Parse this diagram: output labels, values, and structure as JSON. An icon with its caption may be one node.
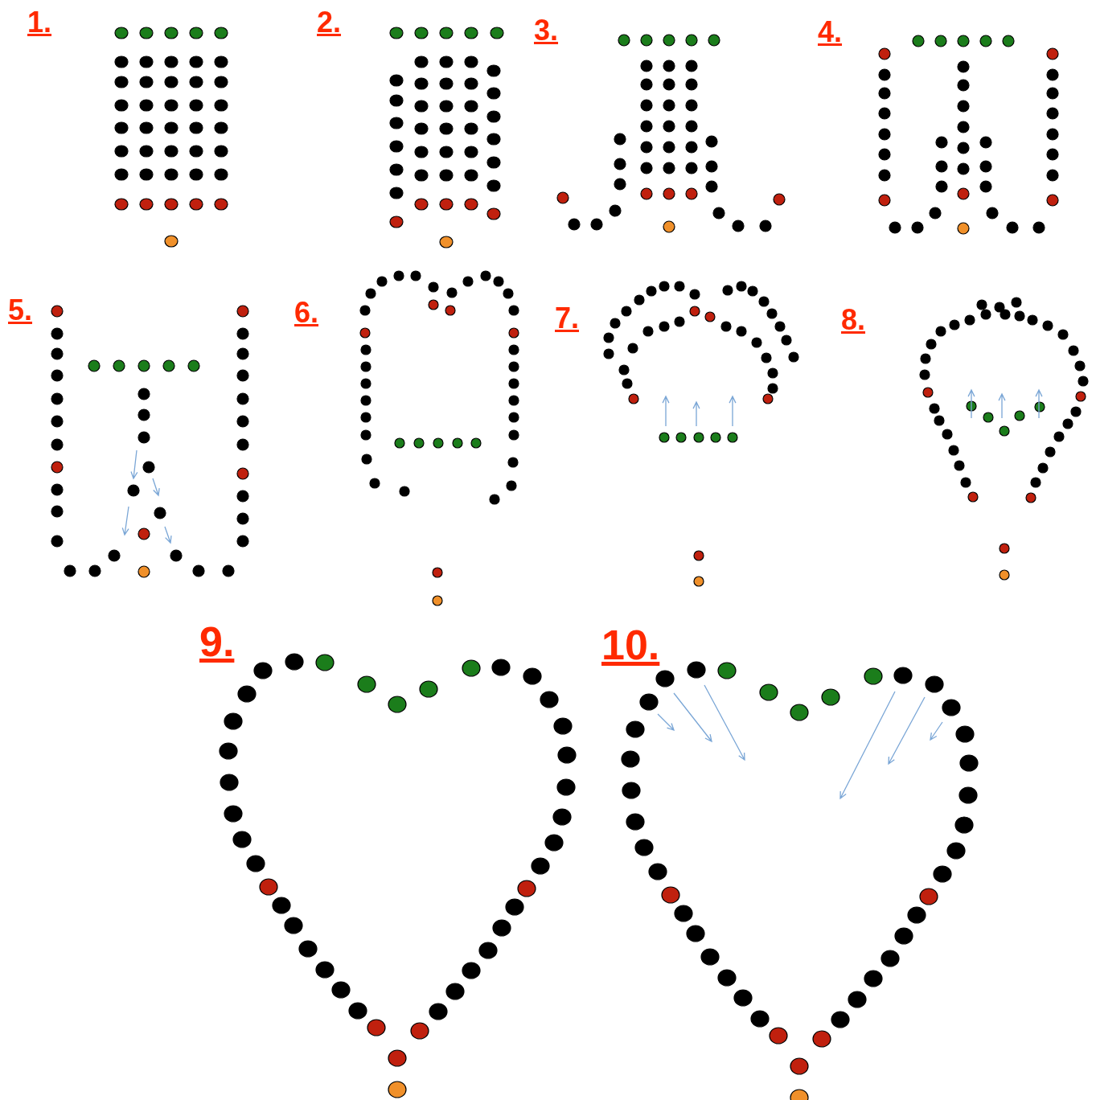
{
  "diagram": {
    "labels": [
      "1.",
      "2.",
      "3.",
      "4.",
      "5.",
      "6.",
      "7.",
      "8.",
      "9.",
      "10."
    ]
  }
}
